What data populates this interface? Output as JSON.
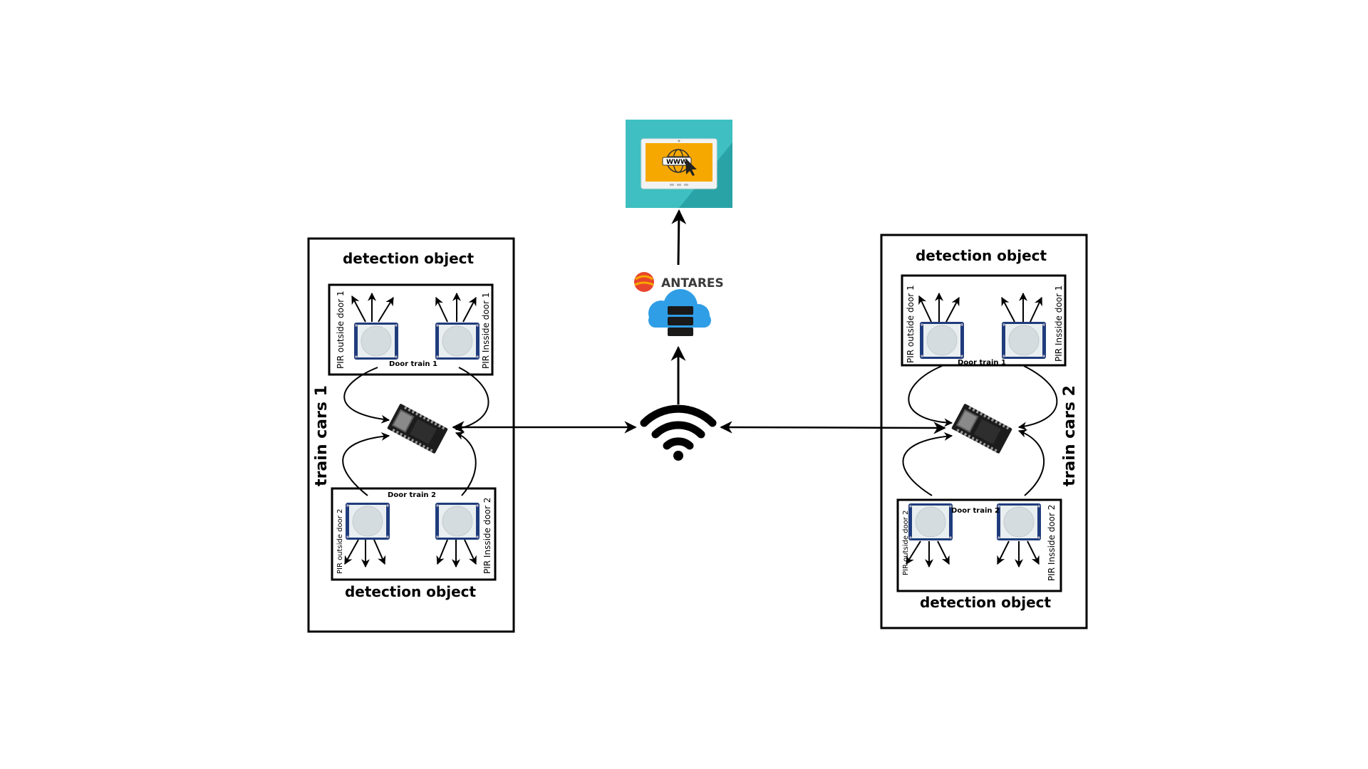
{
  "website": {
    "text": "WWW"
  },
  "cloud": {
    "brand_name": "ANTARES"
  },
  "colors": {
    "stroke": "#000000",
    "pir_board": "#1f3c7c",
    "pir_dome": "#dfe5e8",
    "monitor_bg": "#3fbfc1",
    "monitor_screen": "#f7a800",
    "cloud": "#2f9ee6",
    "antares_logo": "#e8452c",
    "esp32": "#222222"
  },
  "car1": {
    "title": "train cars 1",
    "top_caption": "detection object",
    "bottom_caption": "detection object",
    "door_top_label": "Door train 1",
    "door_bottom_label": "Door train 2",
    "pir_top_left": "PIR outside door 1",
    "pir_top_right": "PIR Insside door 1",
    "pir_bottom_left": "PIR outside door 2",
    "pir_bottom_right": "PIR Insside door 2"
  },
  "car2": {
    "title": "train cars 2",
    "top_caption": "detection object",
    "bottom_caption": "detection object",
    "door_top_label": "Door train 1",
    "door_bottom_label": "Door train 2",
    "pir_top_left": "PIR outside door 1",
    "pir_top_right": "PIR Insside door 1",
    "pir_bottom_left": "PIR outside door 2",
    "pir_bottom_right": "PIR Insside door 2"
  }
}
